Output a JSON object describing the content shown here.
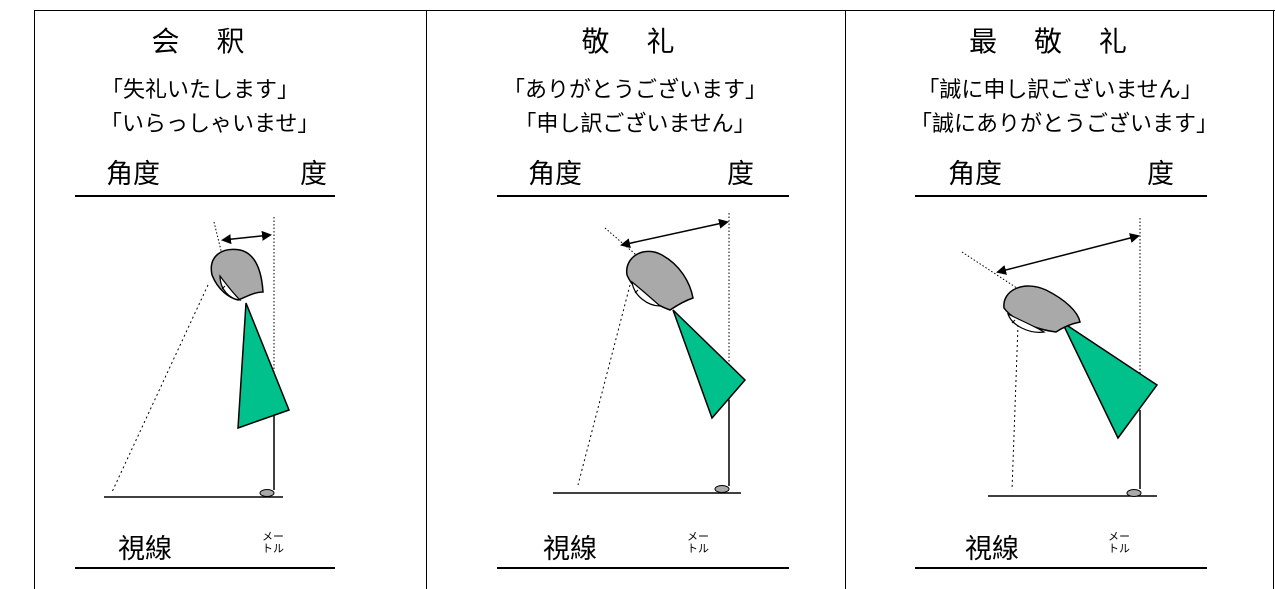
{
  "colors": {
    "dress": "#00c08b",
    "hair": "#a9a9a9",
    "line": "#000000"
  },
  "panels": [
    {
      "title": "会 釈",
      "phrases": [
        "「失礼いたします」",
        "「いらっしゃいませ」"
      ],
      "angle_label": "角度",
      "angle_unit": "度",
      "sight_label": "視線",
      "sight_unit_top": "メー",
      "sight_unit_bottom": "トル"
    },
    {
      "title": "敬 礼",
      "phrases": [
        "「ありがとうございます」",
        "「申し訳ございません」"
      ],
      "angle_label": "角度",
      "angle_unit": "度",
      "sight_label": "視線",
      "sight_unit_top": "メー",
      "sight_unit_bottom": "トル"
    },
    {
      "title": "最 敬 礼",
      "phrases": [
        "「誠に申し訳ございません」",
        "「誠にありがとうございます」"
      ],
      "angle_label": "角度",
      "angle_unit": "度",
      "sight_label": "視線",
      "sight_unit_top": "メー",
      "sight_unit_bottom": "トル"
    }
  ]
}
